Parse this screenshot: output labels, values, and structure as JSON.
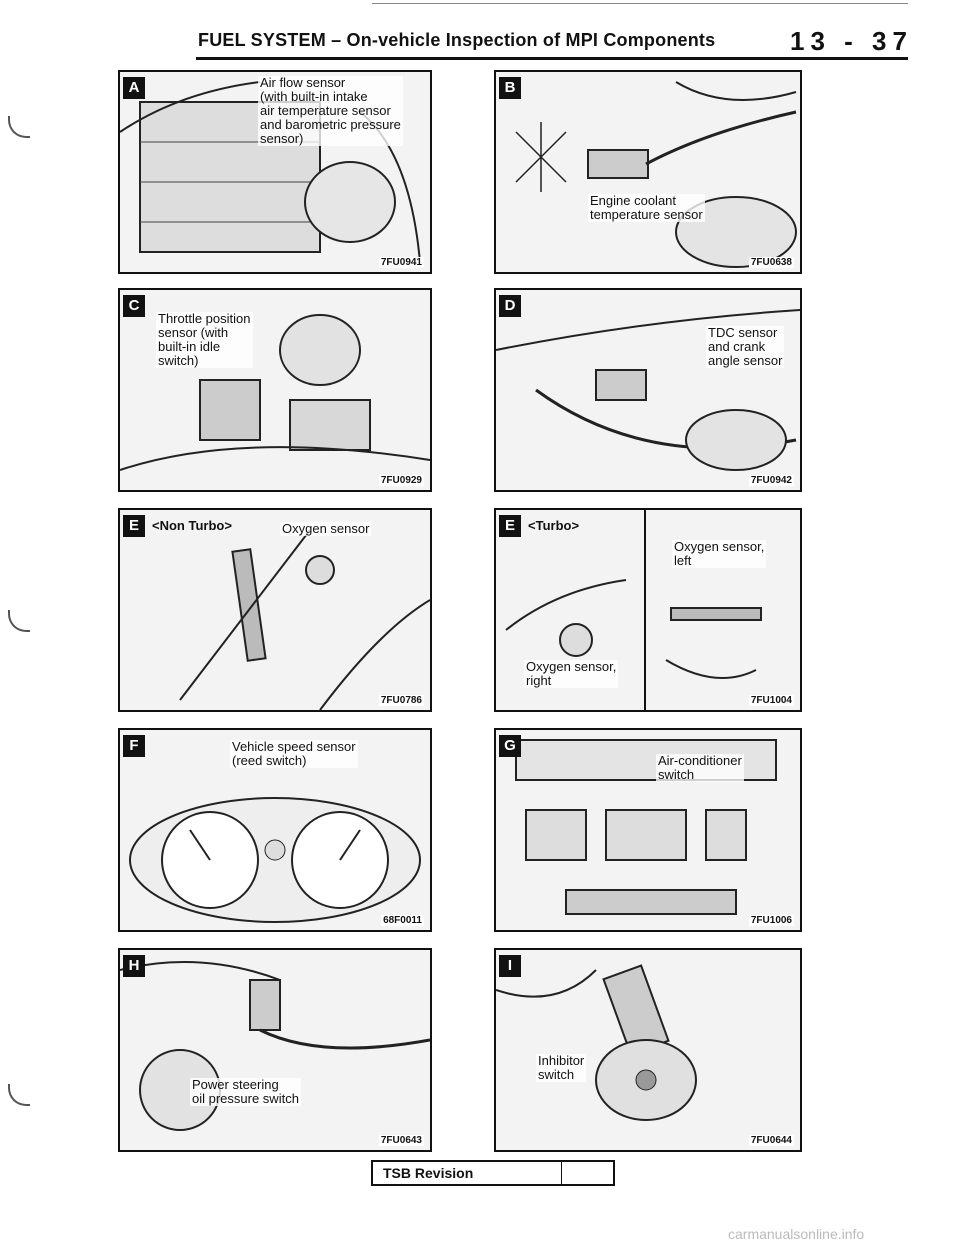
{
  "header": {
    "title": "FUEL SYSTEM – On-vehicle Inspection of MPI Components",
    "page_number": "13 - 37"
  },
  "panels": {
    "a": {
      "badge": "A",
      "label": "Air flow sensor\n(with built-in intake\nair temperature sensor\nand barometric pressure\nsensor)",
      "code": "7FU0941"
    },
    "b": {
      "badge": "B",
      "label": "Engine coolant\ntemperature sensor",
      "code": "7FU0638"
    },
    "c": {
      "badge": "C",
      "label": "Throttle position\nsensor (with\nbuilt-in idle\nswitch)",
      "code": "7FU0929"
    },
    "d": {
      "badge": "D",
      "label": "TDC sensor\nand crank\nangle sensor",
      "code": "7FU0942"
    },
    "e1": {
      "badge": "E",
      "subtitle": "<Non Turbo>",
      "label": "Oxygen sensor",
      "code": "7FU0786"
    },
    "e2": {
      "badge": "E",
      "subtitle": "<Turbo>",
      "label_right": "Oxygen sensor,\nright",
      "label_left": "Oxygen sensor,\nleft",
      "code": "7FU1004"
    },
    "f": {
      "badge": "F",
      "label": "Vehicle speed sensor\n(reed switch)",
      "code": "68F0011"
    },
    "g": {
      "badge": "G",
      "label": "Air-conditioner\nswitch",
      "code": "7FU1006"
    },
    "h": {
      "badge": "H",
      "label": "Power steering\noil pressure switch",
      "code": "7FU0643"
    },
    "i": {
      "badge": "I",
      "label": "Inhibitor\nswitch",
      "code": "7FU0644"
    }
  },
  "tsb": {
    "label": "TSB Revision"
  },
  "footer": {
    "watermark": "carmanualsonline.info"
  }
}
